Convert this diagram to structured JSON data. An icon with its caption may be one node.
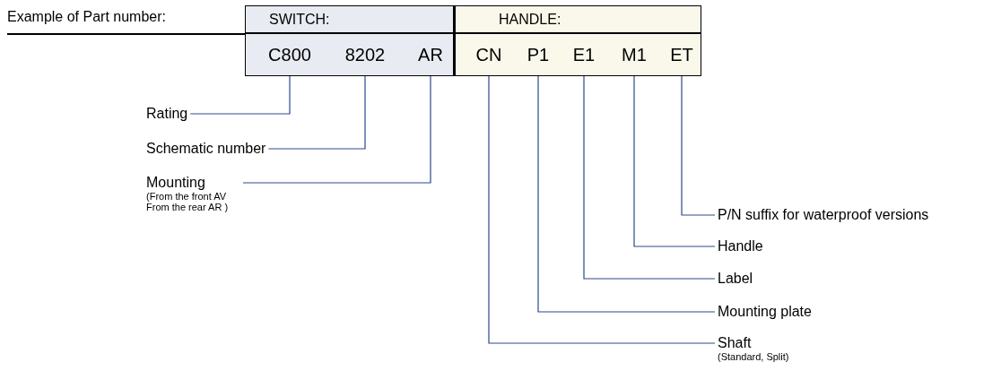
{
  "diagram": {
    "nodes": [
      {
        "text": [
          "SWITCH:"
        ]
      },
      {
        "text": [
          "C800"
        ],
        "in": 0
      },
      {
        "text": [
          "8202"
        ],
        "in": 0
      },
      {
        "text": [
          "AR"
        ],
        "in": 0
      },
      {
        "text": [
          "HANDLE:"
        ]
      },
      {
        "text": [
          "CN"
        ],
        "in": 4
      },
      {
        "text": [
          "P1"
        ],
        "in": 4
      },
      {
        "text": [
          "E1"
        ],
        "in": 4
      },
      {
        "text": [
          "M1"
        ],
        "in": 4
      },
      {
        "text": [
          "ET"
        ],
        "in": 4
      },
      {
        "text": [
          "Rating"
        ]
      },
      {
        "text": [
          "Schematic number"
        ]
      },
      {
        "text": [
          "Mounting",
          "(From the front AV From the rear AR )"
        ]
      },
      {
        "text": [
          "P/N suffix for waterproof versions"
        ]
      },
      {
        "text": [
          "Handle"
        ]
      },
      {
        "text": [
          "Label"
        ]
      },
      {
        "text": [
          "Mounting plate"
        ]
      },
      {
        "text": [
          "Shaft",
          "(Standard, Split)"
        ]
      }
    ],
    "edges": [
      {
        "from": 1,
        "to": 10,
        "arrow": "none"
      },
      {
        "from": 2,
        "to": 11,
        "arrow": "none"
      },
      {
        "from": 3,
        "to": 12,
        "arrow": "none"
      },
      {
        "from": 9,
        "to": 13,
        "arrow": "none"
      },
      {
        "from": 8,
        "to": 14,
        "arrow": "none"
      },
      {
        "from": 7,
        "to": 15,
        "arrow": "none"
      },
      {
        "from": 6,
        "to": 16,
        "arrow": "none"
      },
      {
        "from": 5,
        "to": 17,
        "arrow": "none"
      }
    ],
    "labels": [
      "Example of Part number:"
    ]
  }
}
